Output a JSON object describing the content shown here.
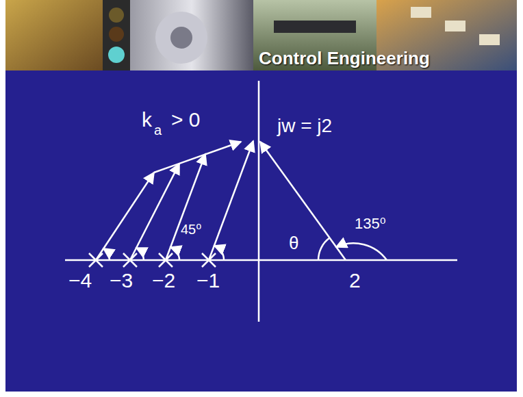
{
  "diagram": {
    "title": "Control Engineering",
    "labels": [
      "k",
      "a",
      "> 0",
      "jw = j2",
      "45⁰",
      "θ",
      "135⁰",
      "−4",
      "−3",
      "−2",
      "−1",
      "2"
    ]
  }
}
